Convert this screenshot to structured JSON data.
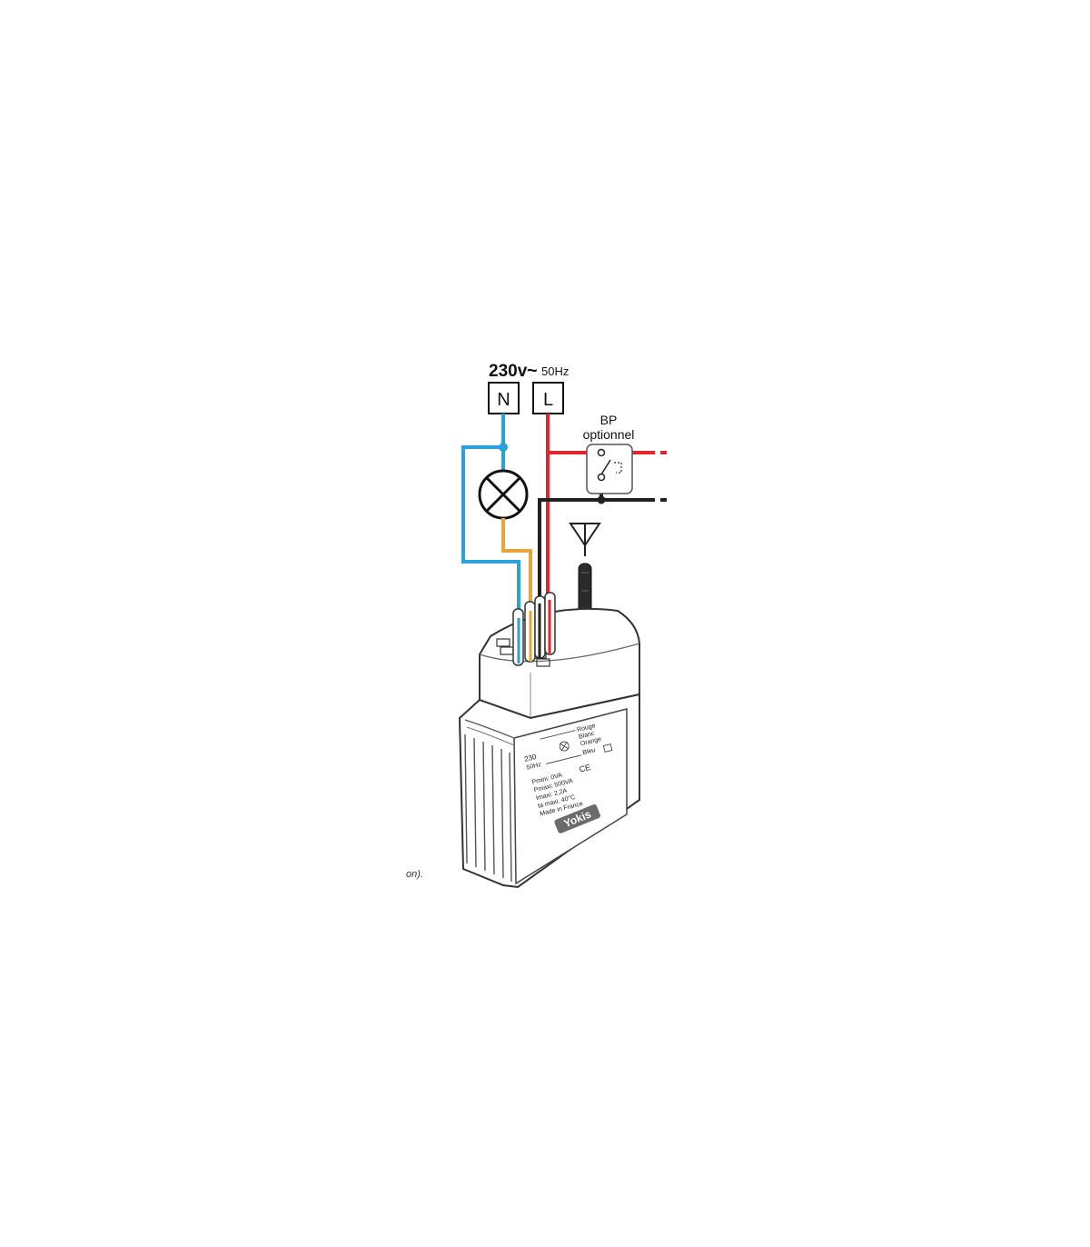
{
  "supply": {
    "voltage": "230v",
    "tilde": "~",
    "frequency": "50Hz",
    "neutral_label": "N",
    "live_label": "L"
  },
  "push_button": {
    "line1": "BP",
    "line2": "optionnel"
  },
  "module": {
    "brand": "Yokis",
    "rating_line1": "230",
    "rating_line2": "50Hz",
    "wire_legend": [
      "Rouge",
      "Blanc",
      "Orange",
      "Bleu"
    ],
    "specs": [
      "Pmini: 0VA",
      "Pmaxi: 500VA",
      "Imaxi: 2,2A",
      "ta maxi: 40°C",
      "Made in France"
    ]
  },
  "footnote": "on).",
  "colors": {
    "neutral_wire": "#2aa1d8",
    "live_wire": "#e0262b",
    "lamp_wire": "#e8a43a",
    "pushbutton_wire": "#222222",
    "module_outline": "#333333"
  }
}
